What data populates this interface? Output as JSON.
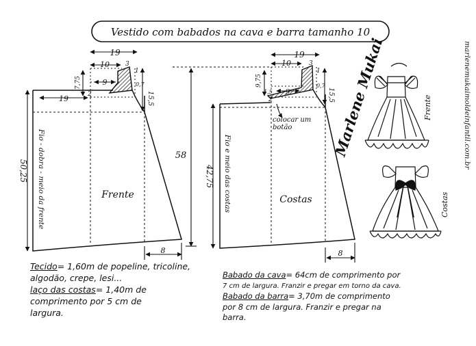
{
  "title": "Vestido com babados na cava e barra  tamanho 10",
  "front_piece": {
    "label": "Frente",
    "fold_note": "Fio - dobra - meio da frente",
    "height_label": "50,25",
    "width_top_label": "19",
    "neck_width_label": "10",
    "bodice_width_label": "19",
    "yoke_width_label": "9",
    "armhole_depth_label": "15,5",
    "yoke_height_label": "7,75",
    "small_labels": {
      "a": "3",
      "b": "1",
      "c": "0,7",
      "d": "2"
    },
    "hem_extension_label": "8"
  },
  "back_piece": {
    "label": "Costas",
    "fold_note": "Fio e meio das costas",
    "height_label": "42,75",
    "width_top_label": "19",
    "neck_width_label": "10",
    "yoke_width_label": "9",
    "armhole_depth_label": "15,5",
    "yoke_height_label": "9,75",
    "small_labels": {
      "a": "3",
      "b": "1",
      "c": "0,7",
      "d": "2",
      "e": "1,5"
    },
    "button_note": "colocar um botão",
    "hem_extension_label": "8"
  },
  "center_measure": "58",
  "signature": "Marlene Mukai",
  "illustration_labels": {
    "front": "Frente",
    "back": "Costas"
  },
  "website": "marlenemukaimoldeinfantil.com.br",
  "notes_left": {
    "line1_label": "Tecido",
    "line1_rest": "= 1,60m de popeline, tricoline,",
    "line2_label": "algodão",
    "line2_rest": ", crepe, lesi...",
    "line3_label": "laço das costas",
    "line3_rest": "= 1,40m de",
    "line4": "comprimento por 5 cm de",
    "line5": "largura."
  },
  "notes_right": {
    "line1_label": "Babado da cava",
    "line1_rest": "= 64cm de comprimento por",
    "line2": "7 cm de largura. Franzir e pregar em torno da cava.",
    "line3_label": "Babado da barra",
    "line3_rest": "= 3,70m de comprimento",
    "line4": "por 8 cm  de largura. Franzir e pregar na",
    "line5": "barra."
  }
}
